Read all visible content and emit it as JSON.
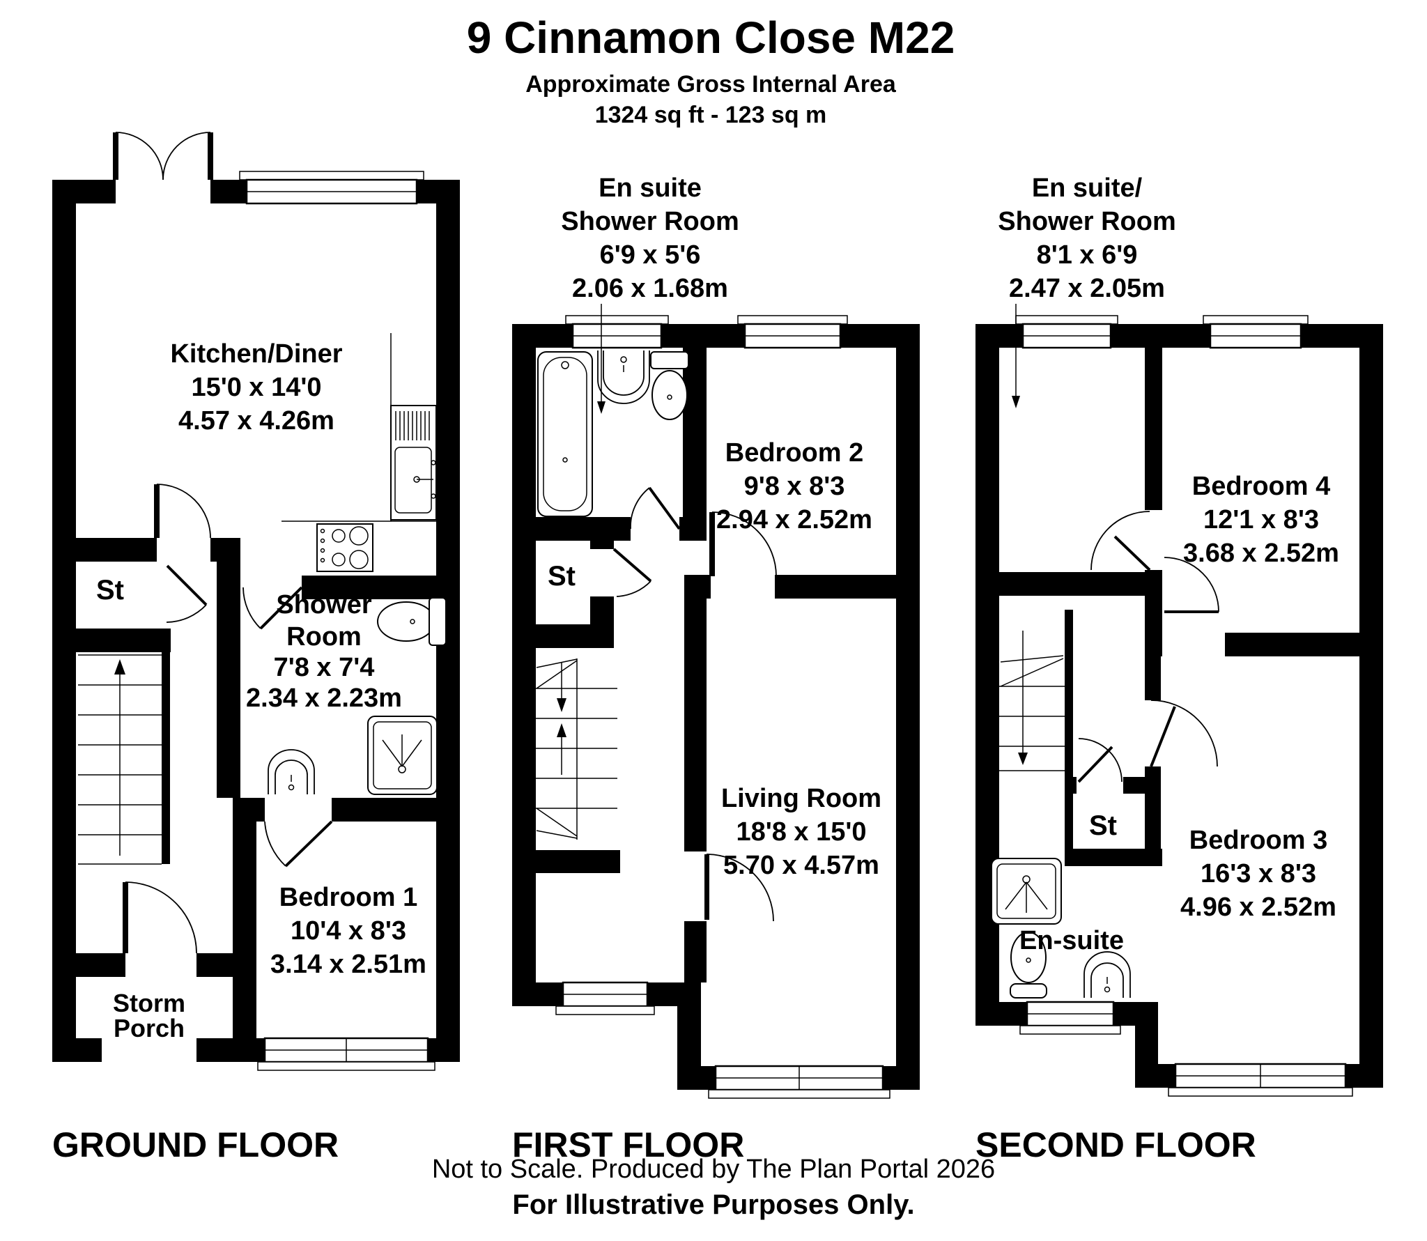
{
  "colors": {
    "ink": "#000000",
    "background": "#ffffff"
  },
  "title": {
    "line1": "9 Cinnamon Close M22",
    "line2": "Approximate Gross Internal Area",
    "line3": "1324 sq ft - 123 sq m"
  },
  "floors": [
    {
      "label": "GROUND FLOOR",
      "rooms": {
        "kitchen": {
          "name": "Kitchen/Diner",
          "imperial": "15'0 x 14'0",
          "metric": "4.57 x 4.26m"
        },
        "st": {
          "name": "St"
        },
        "shower": {
          "name1": "Shower",
          "name2": "Room",
          "imperial": "7'8 x 7'4",
          "metric": "2.34 x 2.23m"
        },
        "bedroom1": {
          "name": "Bedroom 1",
          "imperial": "10'4 x 8'3",
          "metric": "3.14 x 2.51m"
        },
        "porch": {
          "name1": "Storm",
          "name2": "Porch"
        }
      }
    },
    {
      "label": "FIRST FLOOR",
      "rooms": {
        "ensuite": {
          "name1": "En suite",
          "name2": "Shower Room",
          "imperial": "6'9 x 5'6",
          "metric": "2.06 x 1.68m"
        },
        "st": {
          "name": "St"
        },
        "bedroom2": {
          "name": "Bedroom 2",
          "imperial": "9'8 x 8'3",
          "metric": "2.94 x 2.52m"
        },
        "living": {
          "name": "Living Room",
          "imperial": "18'8 x 15'0",
          "metric": "5.70 x 4.57m"
        }
      }
    },
    {
      "label": "SECOND FLOOR",
      "rooms": {
        "ensuite_top": {
          "name1": "En suite/",
          "name2": "Shower Room",
          "imperial": "8'1 x 6'9",
          "metric": "2.47 x 2.05m"
        },
        "bedroom4": {
          "name": "Bedroom 4",
          "imperial": "12'1 x 8'3",
          "metric": "3.68 x 2.52m"
        },
        "st": {
          "name": "St"
        },
        "ensuite": {
          "name": "En-suite"
        },
        "bedroom3": {
          "name": "Bedroom 3",
          "imperial": "16'3 x 8'3",
          "metric": "4.96 x 2.52m"
        }
      }
    }
  ],
  "footer": {
    "line1": "Not to Scale. Produced by The Plan Portal 2026",
    "line2": "For Illustrative Purposes Only."
  }
}
